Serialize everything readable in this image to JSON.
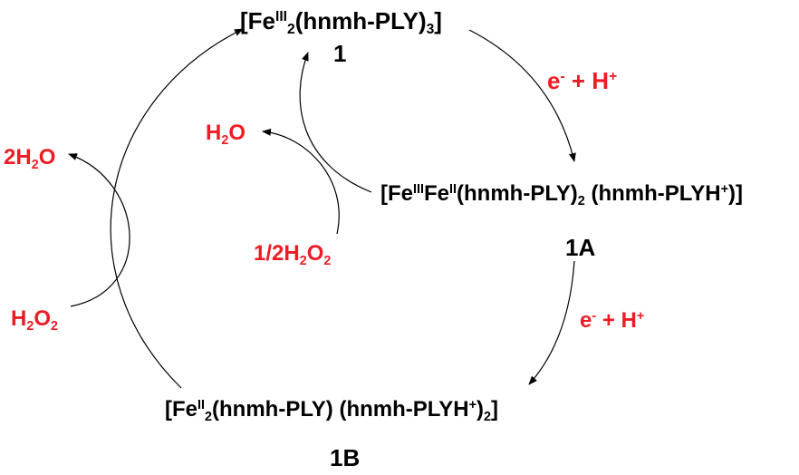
{
  "species": {
    "c1": {
      "open": "[Fe",
      "ox": "III",
      "n": "2",
      "ligand": "(hnmh-PLY)",
      "count": "3",
      "close": "]",
      "id": "1"
    },
    "c1A": {
      "open": "[Fe",
      "ox1": "III",
      "mid": "Fe",
      "ox2": "II",
      "lig1": "(hnmh-PLY)",
      "n1": "2",
      "lig2": " (hnmh-PLYH",
      "charge": "+",
      "close": ")]",
      "id": "1A"
    },
    "c1B": {
      "open": "[Fe",
      "ox": "II",
      "n": "2",
      "lig1": "(hnmh-PLY)  (hnmh-PLYH",
      "charge": "+",
      "close": ")",
      "n2": "2",
      "bracket": "]",
      "id": "1B"
    }
  },
  "reagents": {
    "step1": {
      "e": "e",
      "e_charge": "-",
      "plus": " + H",
      "h_charge": "+"
    },
    "step2": {
      "e": "e",
      "e_charge": "-",
      "plus": " + H",
      "h_charge": "+"
    },
    "half_h2o2": {
      "pre": "1/2H",
      "n1": "2",
      "mid": "O",
      "n2": "2"
    },
    "h2o_small": {
      "pre": "H",
      "n1": "2",
      "post": "O"
    },
    "h2o2_left": {
      "pre": "H",
      "n1": "2",
      "mid": "O",
      "n2": "2"
    },
    "two_h2o": {
      "pre": "2H",
      "n1": "2",
      "post": "O"
    }
  },
  "colors": {
    "reagent_red": "#ee1c25",
    "text_black": "#000000"
  }
}
